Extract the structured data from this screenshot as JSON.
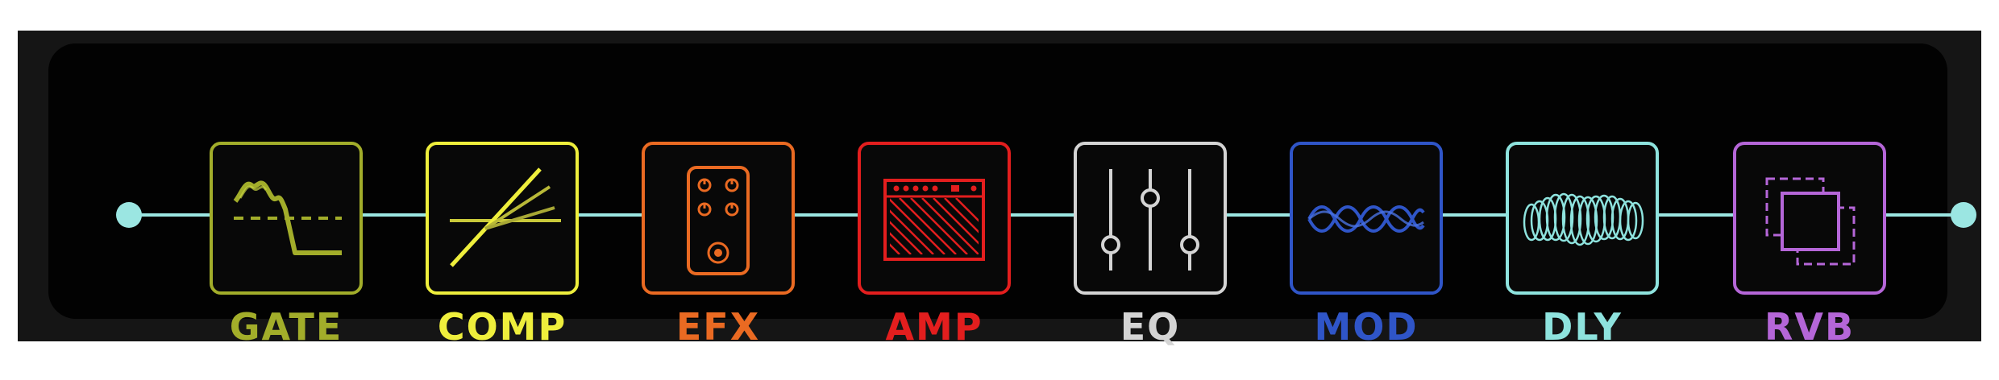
{
  "signal_chain": {
    "blocks": [
      {
        "id": "gate",
        "label": "GATE",
        "icon": "noise-gate-curve-icon",
        "color": "#a2ad2a"
      },
      {
        "id": "comp",
        "label": "COMP",
        "icon": "compressor-ratio-icon",
        "color": "#eeee3c"
      },
      {
        "id": "efx",
        "label": "EFX",
        "icon": "stompbox-pedal-icon",
        "color": "#ea6a22"
      },
      {
        "id": "amp",
        "label": "AMP",
        "icon": "amplifier-head-icon",
        "color": "#e31e1e"
      },
      {
        "id": "eq",
        "label": "EQ",
        "icon": "eq-sliders-icon",
        "color": "#d4d4d4"
      },
      {
        "id": "mod",
        "label": "MOD",
        "icon": "modulation-wave-icon",
        "color": "#2f55c8"
      },
      {
        "id": "dly",
        "label": "DLY",
        "icon": "delay-coil-icon",
        "color": "#8ee3de"
      },
      {
        "id": "rvb",
        "label": "RVB",
        "icon": "reverb-squares-icon",
        "color": "#b566d8"
      }
    ],
    "line_color": "#9be6e2",
    "background": "#020202"
  }
}
